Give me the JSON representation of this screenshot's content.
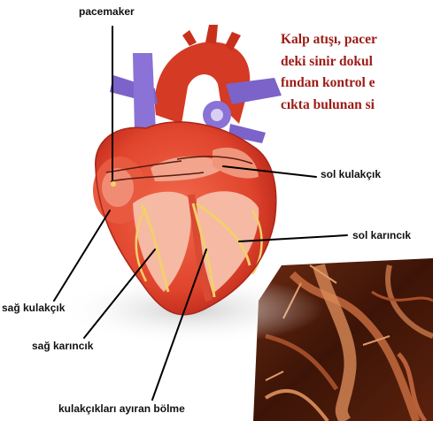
{
  "caption": {
    "lines": [
      "Kalp atışı, pacer",
      "deki sinir dokul",
      "fından kontrol e",
      "cıkta bulunan si"
    ]
  },
  "labels": {
    "pacemaker": "pacemaker",
    "left_atrium": "sol kulakçık",
    "left_ventricle": "sol karıncık",
    "right_atrium": "sağ kulakçık",
    "right_ventricle": "sağ karıncık",
    "septum": "kulakçıkları ayıran bölme"
  },
  "icons": [
    "heart-illustration",
    "nerve-tissue-photo"
  ],
  "colors": {
    "caption_text": "#9b1b16",
    "heart_main": "#e0442c",
    "heart_inner": "#f6b9a4",
    "conduction": "#f3d06a",
    "vein_purple": "#7b63c9"
  }
}
